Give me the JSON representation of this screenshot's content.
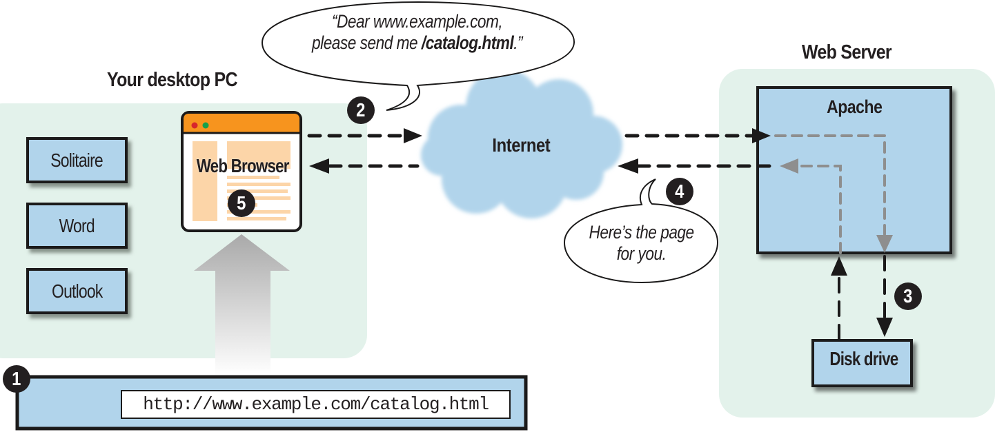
{
  "desktop": {
    "title": "Your desktop PC",
    "apps": [
      {
        "label": "Solitaire"
      },
      {
        "label": "Word"
      },
      {
        "label": "Outlook"
      }
    ],
    "browser": {
      "label": "Web Browser",
      "step": "5",
      "titlebar_color": "#f7941e",
      "dot_colors": [
        "#d7262c",
        "#16a04a"
      ]
    }
  },
  "internet": {
    "label": "Internet",
    "cloud_color": "#b1d4eb"
  },
  "server": {
    "title": "Web Server",
    "apache_label": "Apache",
    "disk_label": "Disk drive",
    "step": "3"
  },
  "request_bubble": {
    "line1": "“Dear www.example.com,",
    "line2_prefix": "please send me ",
    "line2_path": "/catalog.html",
    "line2_suffix": ".”",
    "step": "2"
  },
  "response_bubble": {
    "line1": "Here’s the page",
    "line2": "for you.",
    "step": "4"
  },
  "address_bar": {
    "step": "1",
    "url": "http://www.example.com/catalog.html"
  },
  "colors": {
    "region_bg": "#e3f2eb",
    "box_fill": "#b1d4eb",
    "ink": "#231f20",
    "internal_arrow": "#8e8e8e"
  }
}
